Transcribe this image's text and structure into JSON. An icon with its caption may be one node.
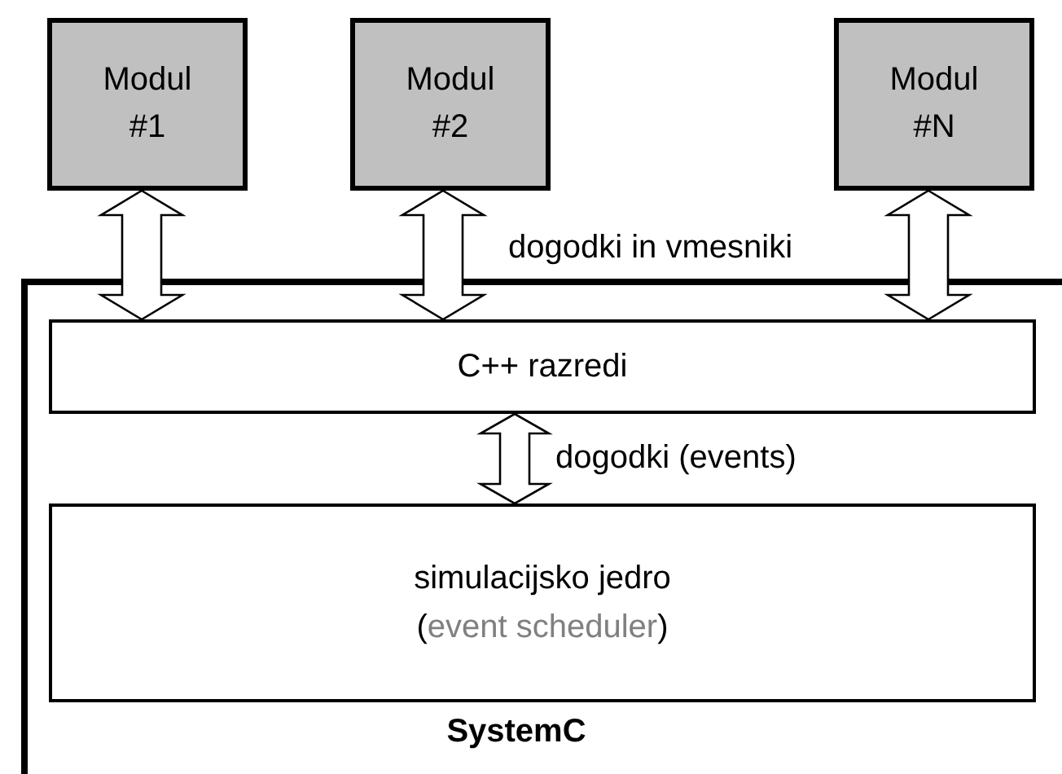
{
  "diagram": {
    "nodes": [
      {
        "text": [
          "Modul #1"
        ]
      },
      {
        "text": [
          "Modul #2"
        ]
      },
      {
        "text": [
          "Modul #N"
        ]
      },
      {
        "text": [
          "SystemC"
        ]
      },
      {
        "text": [
          "C++ razredi"
        ],
        "in": 3
      },
      {
        "text": [
          "simulacijsko jedro",
          "(event scheduler)"
        ],
        "in": 3
      }
    ],
    "edges": [
      {
        "from": 0,
        "to": 4,
        "arrow": "both"
      },
      {
        "from": 1,
        "to": 4,
        "arrow": "both"
      },
      {
        "from": 2,
        "to": 4,
        "arrow": "both"
      },
      {
        "from": 4,
        "to": 5,
        "arrow": "both",
        "label": "dogodki (events)"
      }
    ],
    "labels": [
      "dogodki in vmesniki"
    ]
  }
}
